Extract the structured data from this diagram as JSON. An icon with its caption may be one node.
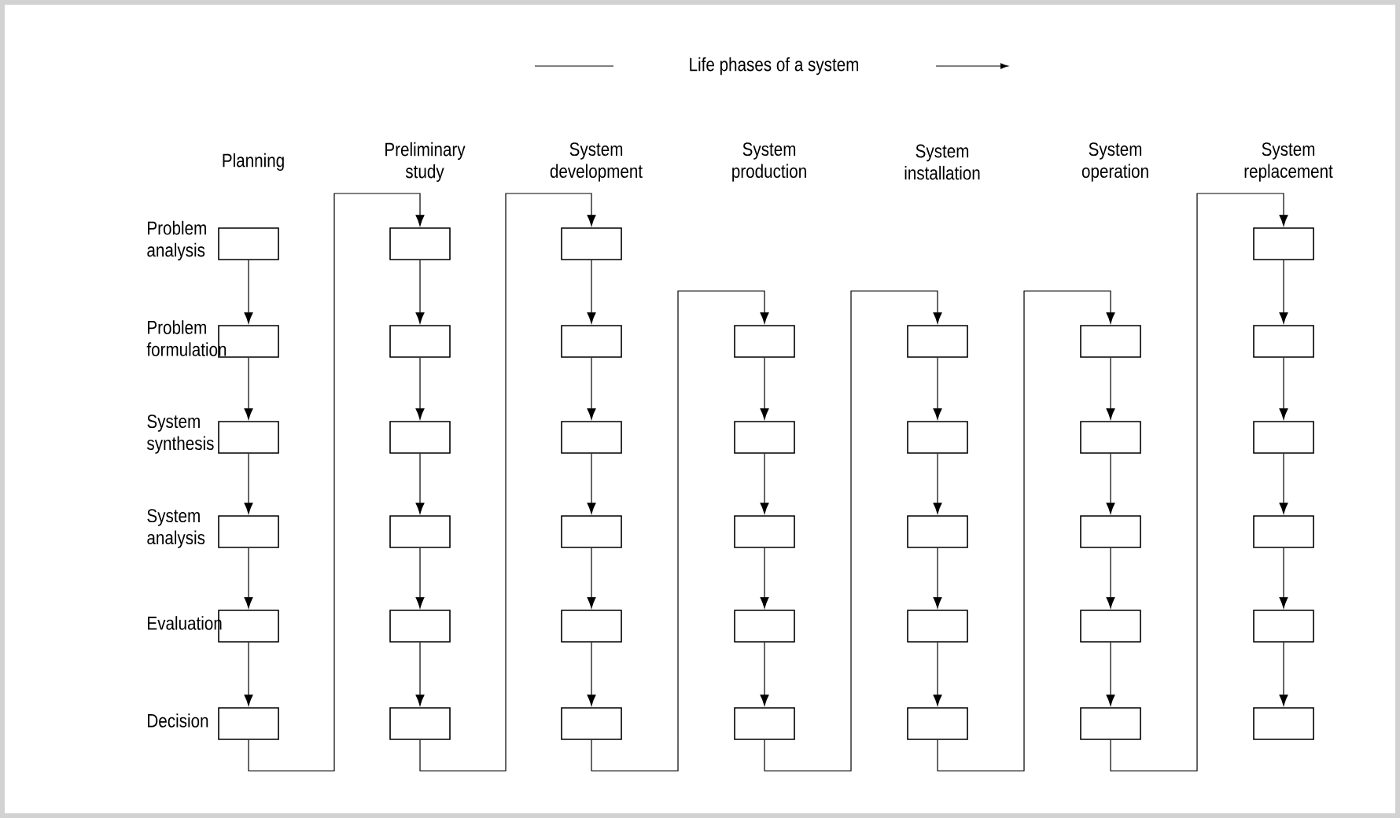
{
  "diagram": {
    "nodes": [
      {
        "text": [],
        "shape": "box"
      },
      {
        "text": [],
        "shape": "box"
      },
      {
        "text": [],
        "shape": "box"
      },
      {
        "text": [],
        "shape": "box"
      },
      {
        "text": [],
        "shape": "box"
      },
      {
        "text": [],
        "shape": "box"
      },
      {
        "text": [],
        "shape": "box"
      },
      {
        "text": [],
        "shape": "box"
      },
      {
        "text": [],
        "shape": "box"
      },
      {
        "text": [],
        "shape": "box"
      },
      {
        "text": [],
        "shape": "box"
      },
      {
        "text": [],
        "shape": "box"
      },
      {
        "text": [],
        "shape": "box"
      },
      {
        "text": [],
        "shape": "box"
      },
      {
        "text": [],
        "shape": "box"
      },
      {
        "text": [],
        "shape": "box"
      },
      {
        "text": [],
        "shape": "box"
      },
      {
        "text": [],
        "shape": "box"
      },
      {
        "text": [],
        "shape": "box"
      },
      {
        "text": [],
        "shape": "box"
      },
      {
        "text": [],
        "shape": "box"
      },
      {
        "text": [],
        "shape": "box"
      },
      {
        "text": [],
        "shape": "box"
      },
      {
        "text": [],
        "shape": "box"
      },
      {
        "text": [],
        "shape": "box"
      },
      {
        "text": [],
        "shape": "box"
      },
      {
        "text": [],
        "shape": "box"
      },
      {
        "text": [],
        "shape": "box"
      },
      {
        "text": [],
        "shape": "box"
      },
      {
        "text": [],
        "shape": "box"
      },
      {
        "text": [],
        "shape": "box"
      },
      {
        "text": [],
        "shape": "box"
      },
      {
        "text": [],
        "shape": "box"
      },
      {
        "text": [],
        "shape": "box"
      },
      {
        "text": [],
        "shape": "box"
      },
      {
        "text": [],
        "shape": "box"
      },
      {
        "text": [],
        "shape": "box"
      },
      {
        "text": [],
        "shape": "box"
      },
      {
        "text": [],
        "shape": "box"
      }
    ],
    "edges": [
      {
        "from": 0,
        "to": 1,
        "arrow": "to"
      },
      {
        "from": 1,
        "to": 2,
        "arrow": "to"
      },
      {
        "from": 2,
        "to": 3,
        "arrow": "to"
      },
      {
        "from": 3,
        "to": 4,
        "arrow": "to"
      },
      {
        "from": 4,
        "to": 5,
        "arrow": "to"
      },
      {
        "from": 5,
        "to": 6,
        "arrow": "to"
      },
      {
        "from": 6,
        "to": 7,
        "arrow": "to"
      },
      {
        "from": 7,
        "to": 8,
        "arrow": "to"
      },
      {
        "from": 8,
        "to": 9,
        "arrow": "to"
      },
      {
        "from": 9,
        "to": 10,
        "arrow": "to"
      },
      {
        "from": 10,
        "to": 11,
        "arrow": "to"
      },
      {
        "from": 11,
        "to": 12,
        "arrow": "to"
      },
      {
        "from": 12,
        "to": 13,
        "arrow": "to"
      },
      {
        "from": 13,
        "to": 14,
        "arrow": "to"
      },
      {
        "from": 14,
        "to": 15,
        "arrow": "to"
      },
      {
        "from": 15,
        "to": 16,
        "arrow": "to"
      },
      {
        "from": 16,
        "to": 17,
        "arrow": "to"
      },
      {
        "from": 17,
        "to": 18,
        "arrow": "to"
      },
      {
        "from": 18,
        "to": 19,
        "arrow": "to"
      },
      {
        "from": 19,
        "to": 20,
        "arrow": "to"
      },
      {
        "from": 20,
        "to": 21,
        "arrow": "to"
      },
      {
        "from": 21,
        "to": 22,
        "arrow": "to"
      },
      {
        "from": 22,
        "to": 23,
        "arrow": "to"
      },
      {
        "from": 23,
        "to": 24,
        "arrow": "to"
      },
      {
        "from": 24,
        "to": 25,
        "arrow": "to"
      },
      {
        "from": 25,
        "to": 26,
        "arrow": "to"
      },
      {
        "from": 26,
        "to": 27,
        "arrow": "to"
      },
      {
        "from": 27,
        "to": 28,
        "arrow": "to"
      },
      {
        "from": 28,
        "to": 29,
        "arrow": "to"
      },
      {
        "from": 29,
        "to": 30,
        "arrow": "to"
      },
      {
        "from": 30,
        "to": 31,
        "arrow": "to"
      },
      {
        "from": 31,
        "to": 32,
        "arrow": "to"
      },
      {
        "from": 32,
        "to": 33,
        "arrow": "to"
      },
      {
        "from": 33,
        "to": 34,
        "arrow": "to"
      },
      {
        "from": 34,
        "to": 35,
        "arrow": "to"
      },
      {
        "from": 35,
        "to": 36,
        "arrow": "to"
      },
      {
        "from": 36,
        "to": 37,
        "arrow": "to"
      },
      {
        "from": 37,
        "to": 38,
        "arrow": "to"
      }
    ],
    "labels": [
      "Life phases of a system",
      "Planning",
      "Preliminary study",
      "System development",
      "System production",
      "System installation",
      "System operation",
      "System replacement",
      "Problem analysis",
      "Problem formulation",
      "System synthesis",
      "System analysis",
      "Evaluation",
      "Decision"
    ]
  }
}
